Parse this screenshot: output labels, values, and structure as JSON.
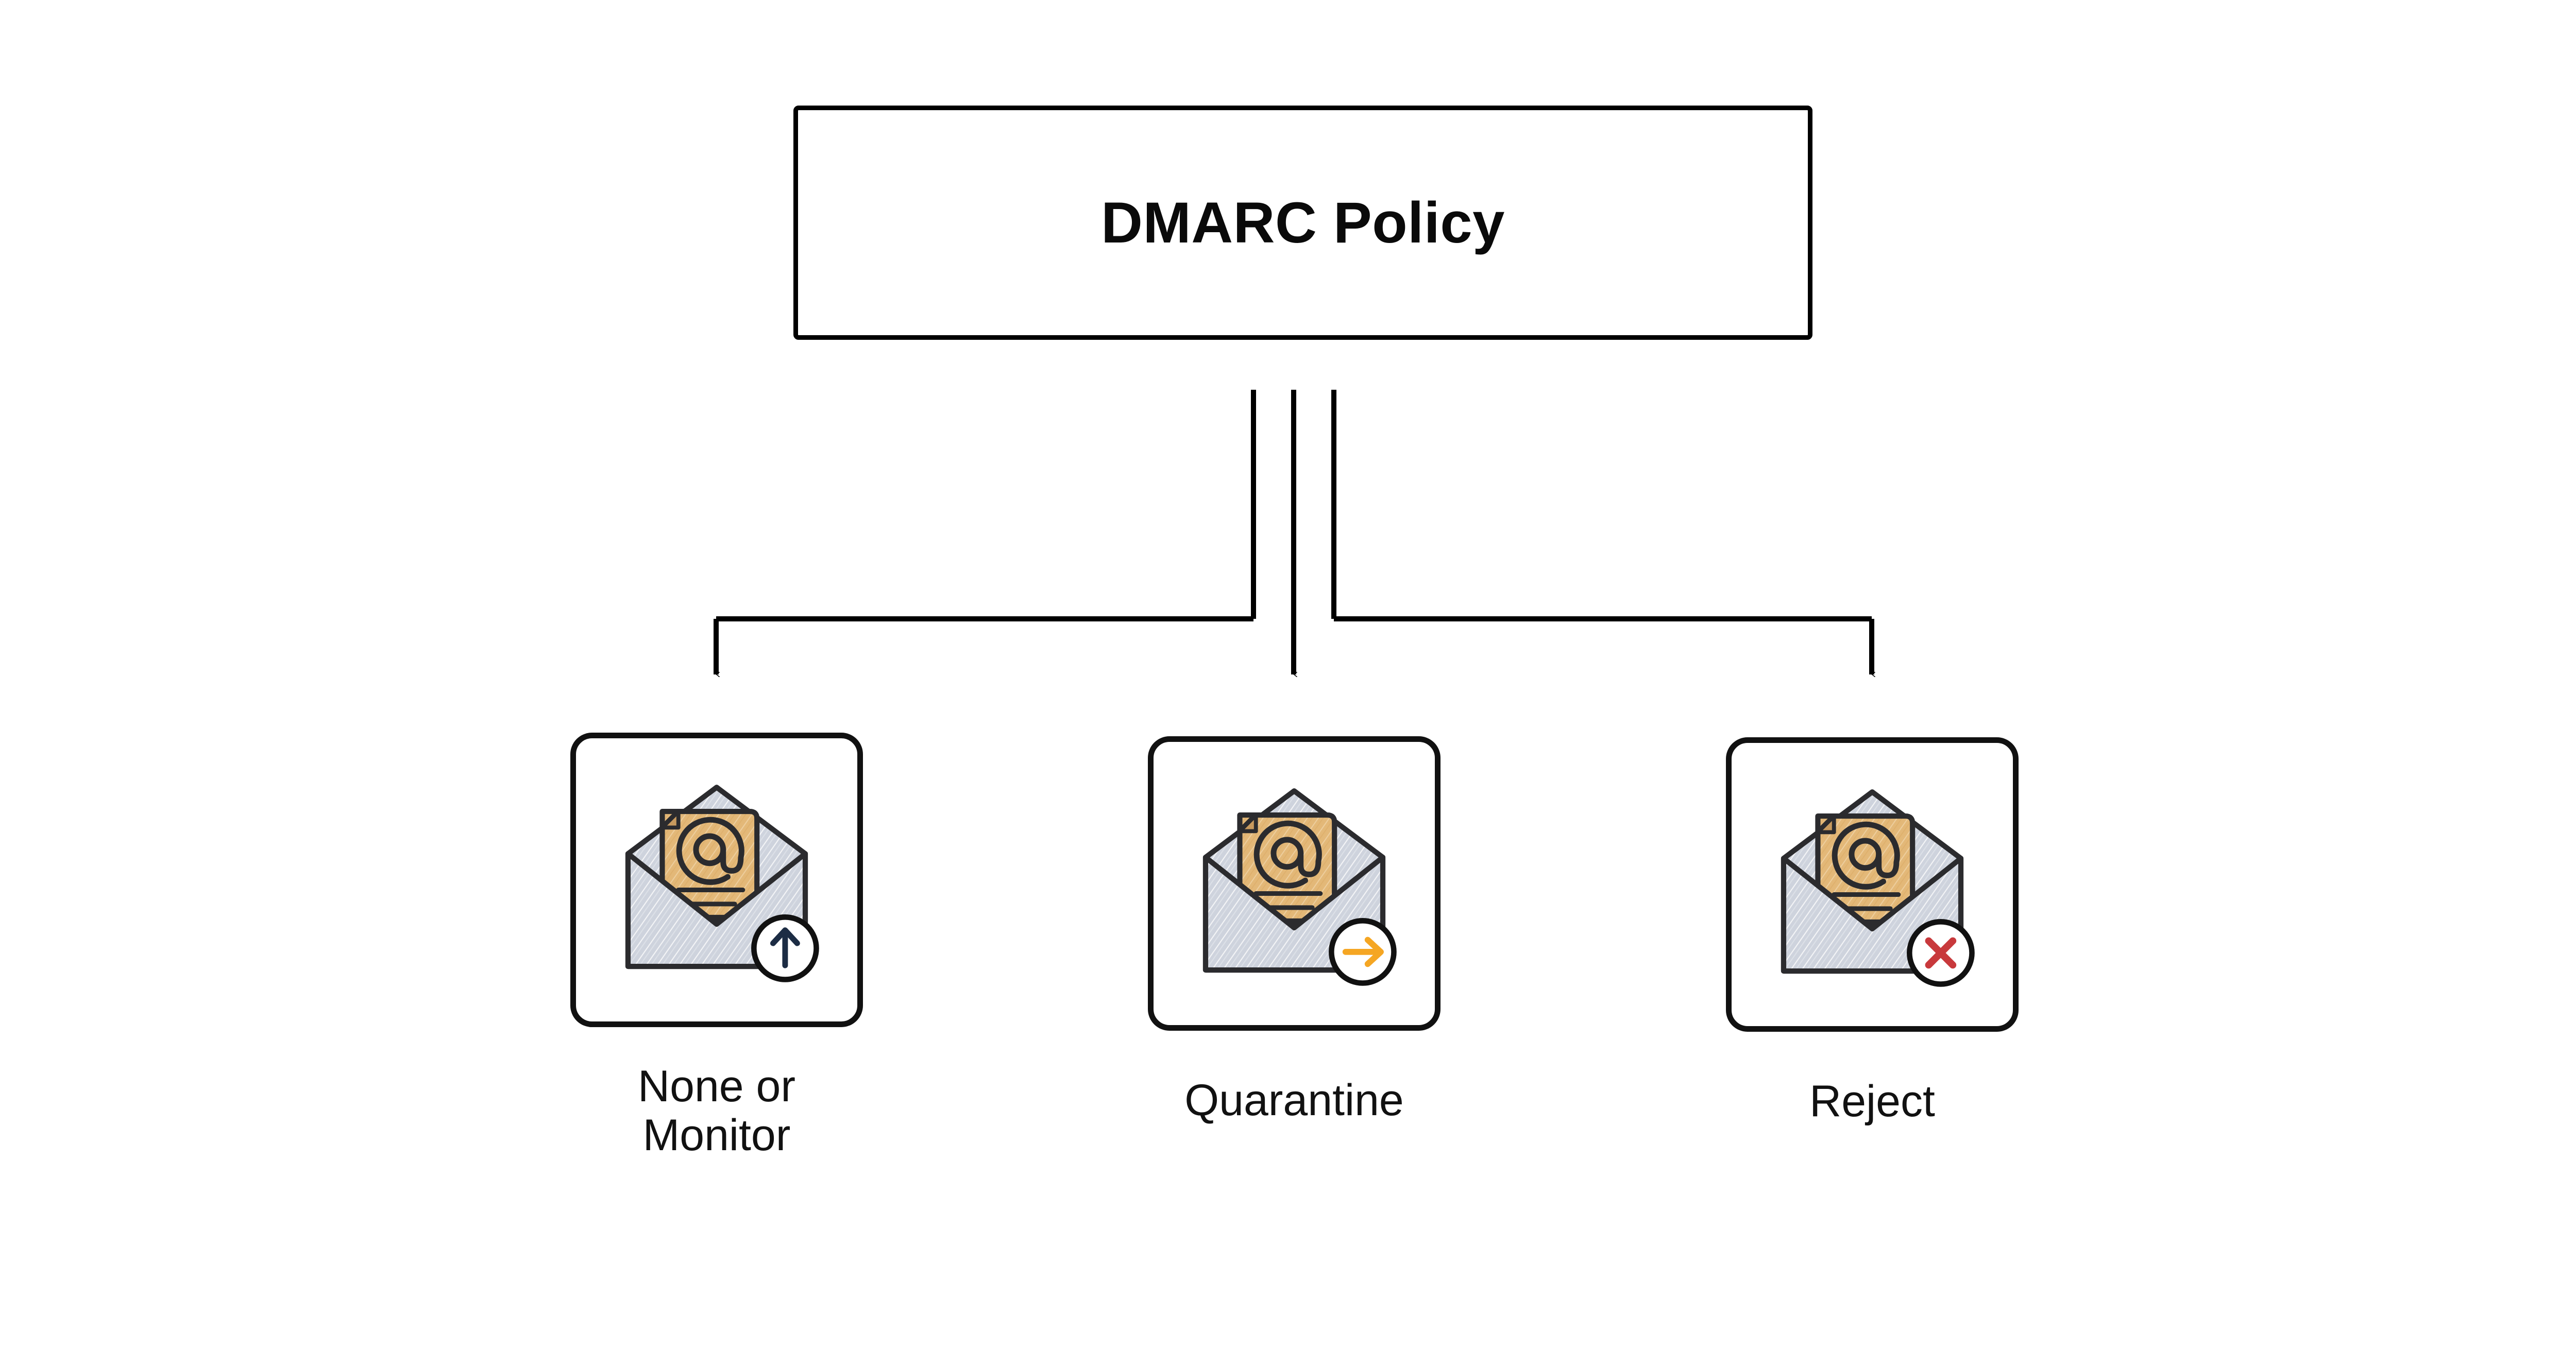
{
  "diagram": {
    "type": "flowchart",
    "orientation": "top-down",
    "root": {
      "label": "DMARC Policy",
      "shape": "rectangle"
    },
    "branch_count": 3,
    "connector_style": "orthogonal-with-arrowheads",
    "options": [
      {
        "id": "none",
        "label_lines": [
          "None or",
          "Monitor"
        ],
        "label_plain": "None or Monitor",
        "icon": "open-envelope-with-letter",
        "badge_icon": "arrow-up-icon",
        "badge_color": "#1c2c44",
        "badge_meaning": "deliver / monitor"
      },
      {
        "id": "quarantine",
        "label_lines": [
          "Quarantine"
        ],
        "label_plain": "Quarantine",
        "icon": "open-envelope-with-letter",
        "badge_icon": "arrow-right-icon",
        "badge_color": "#f5a623",
        "badge_meaning": "divert to spam"
      },
      {
        "id": "reject",
        "label_lines": [
          "Reject"
        ],
        "label_plain": "Reject",
        "icon": "open-envelope-with-letter",
        "badge_icon": "close-x-icon",
        "badge_color": "#c8393c",
        "badge_meaning": "block message"
      }
    ]
  },
  "palette": {
    "outline": "#2b2b2e",
    "stroke_black": "#111111",
    "envelope_gray": "#ced3dd",
    "envelope_gray_light": "#dfe3ea",
    "letter_tan": "#e3b878",
    "letter_tan_dark": "#c89a5e",
    "badge_white": "#ffffff",
    "accent_orange": "#f5a623",
    "accent_red": "#c8393c",
    "accent_navy": "#1c2c44",
    "background": "#ffffff"
  }
}
